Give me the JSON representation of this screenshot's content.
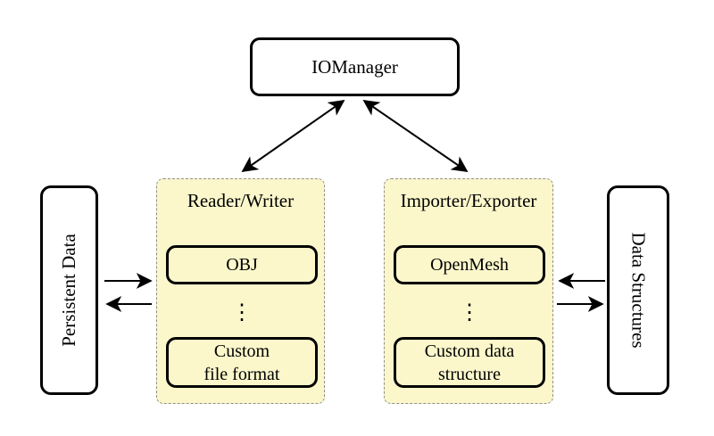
{
  "diagram": {
    "nodes": {
      "iomanager": {
        "label": "IOManager"
      },
      "persistent_data": {
        "label": "Persistent Data"
      },
      "data_structures": {
        "label": "Data Structures"
      }
    },
    "groups": [
      {
        "title": "Reader/Writer",
        "top_item": "OBJ",
        "dots": "⋮",
        "bottom_item_lines": [
          "Custom",
          "file format"
        ]
      },
      {
        "title": "Importer/Exporter",
        "top_item": "OpenMesh",
        "dots": "⋮",
        "bottom_item_lines": [
          "Custom data",
          "structure"
        ]
      }
    ],
    "edges": [
      {
        "from": "IOManager",
        "to": "Reader/Writer",
        "direction": "bidirectional"
      },
      {
        "from": "IOManager",
        "to": "Importer/Exporter",
        "direction": "bidirectional"
      },
      {
        "from": "Persistent Data",
        "to": "Reader/Writer",
        "direction": "forward"
      },
      {
        "from": "Reader/Writer",
        "to": "Persistent Data",
        "direction": "forward"
      },
      {
        "from": "Data Structures",
        "to": "Importer/Exporter",
        "direction": "forward"
      },
      {
        "from": "Importer/Exporter",
        "to": "Data Structures",
        "direction": "forward"
      }
    ],
    "colors": {
      "background": "#ffffff",
      "group_fill": "#fbf7cb",
      "group_border": "#8f8f8f",
      "node_border": "#000000",
      "node_fill": "#ffffff",
      "arrow": "#000000",
      "text": "#000000"
    }
  }
}
